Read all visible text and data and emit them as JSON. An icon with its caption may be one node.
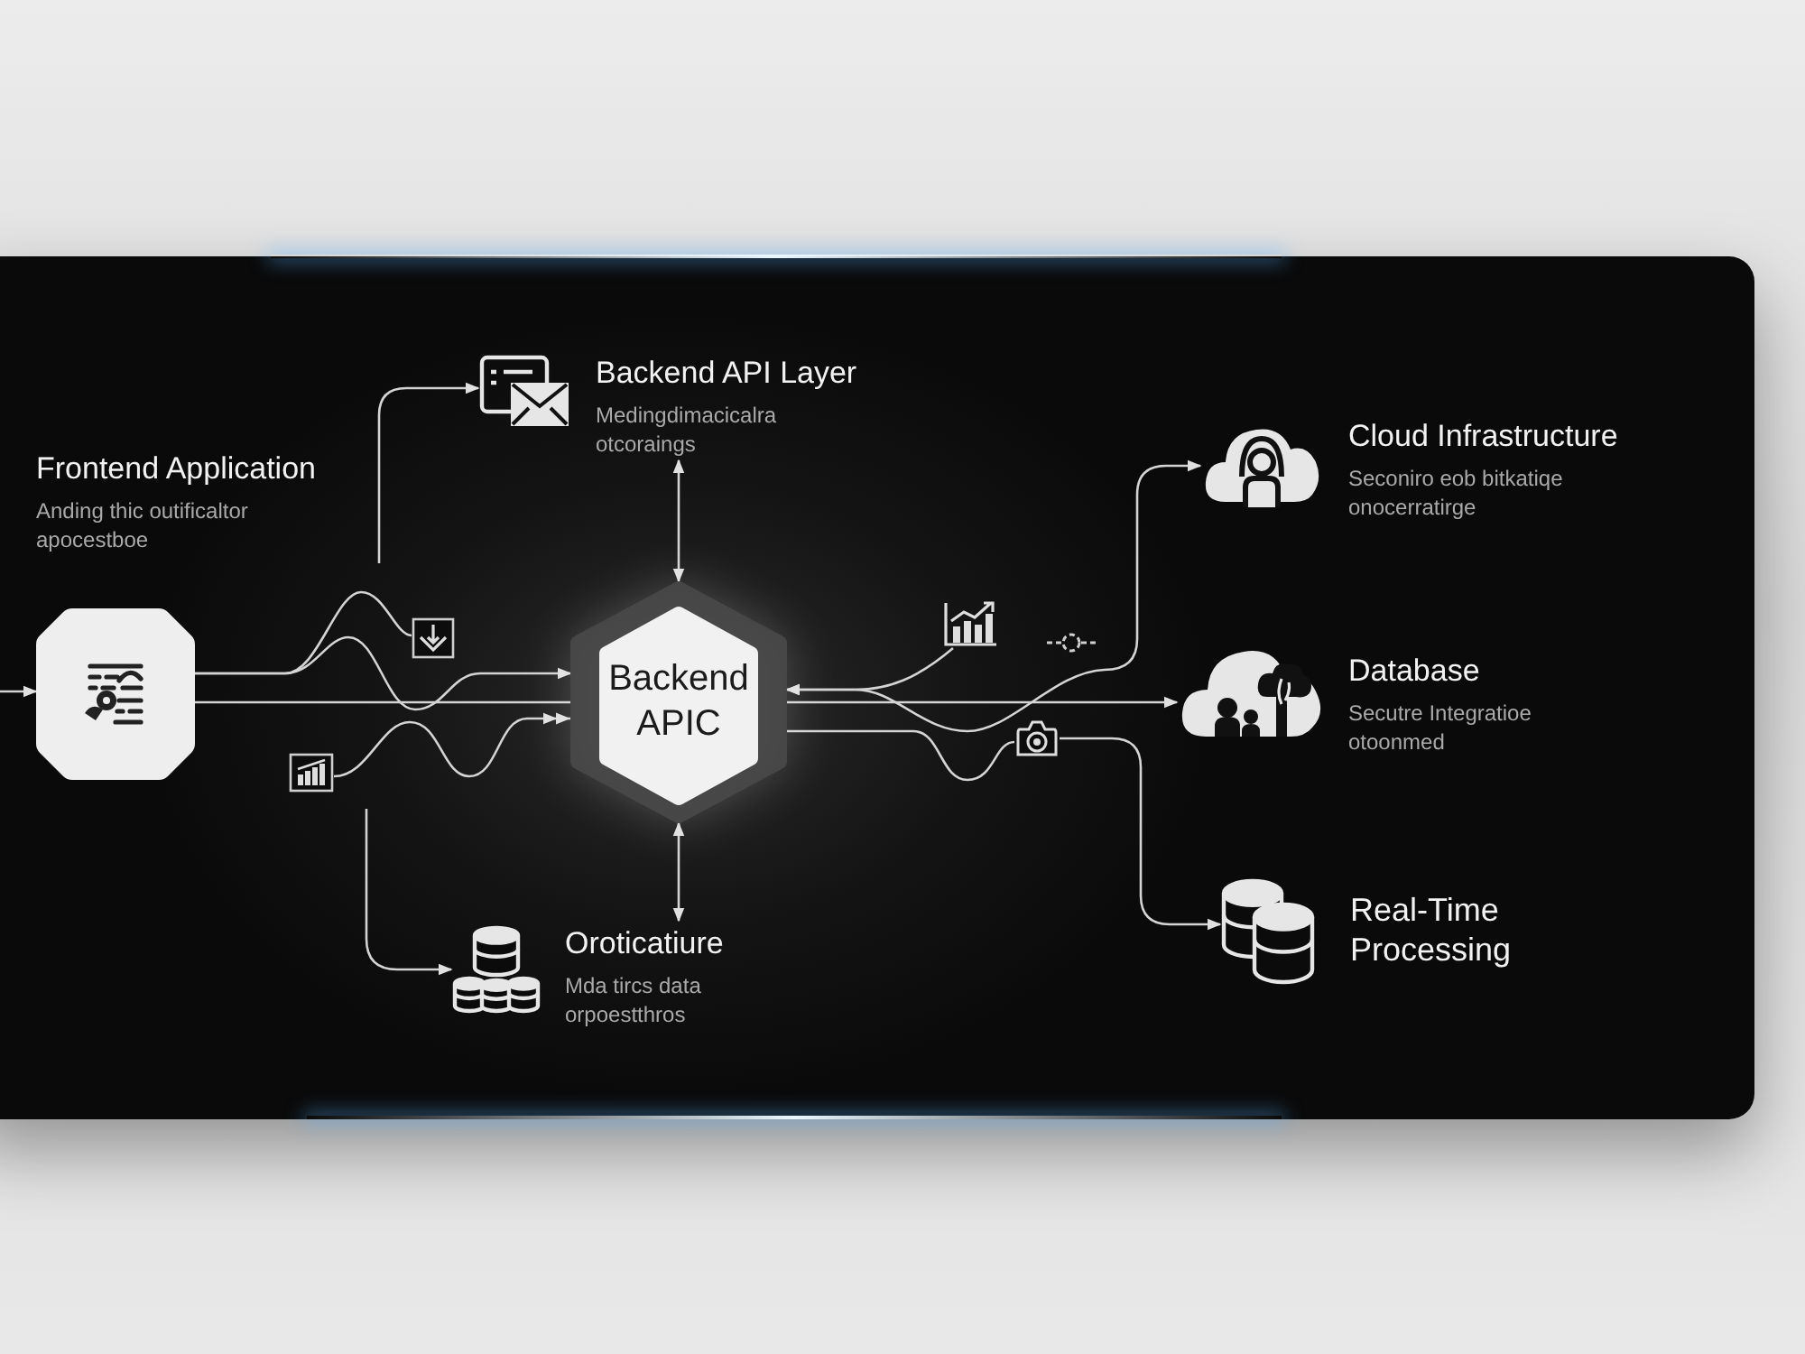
{
  "diagram": {
    "nodes": [
      {
        "text": [
          "Frontend Application",
          "Anding thic outificaltor apocestboe"
        ]
      },
      {
        "text": [
          "Backend API Layer",
          "Medingdimacicalra otcoraings"
        ]
      },
      {
        "text": [],
        "shape": "picture"
      },
      {
        "text": [],
        "shape": "picture"
      },
      {
        "text": [
          "Backend APIC"
        ]
      },
      {
        "text": [
          "Oroticatiure",
          "Mda tircs data orpoestthros"
        ]
      },
      {
        "text": [],
        "shape": "picture"
      },
      {
        "text": [],
        "shape": "picture"
      },
      {
        "text": [
          "Cloud Infrastructure",
          "Seconiro eob bitkatiqe onocerratirge"
        ]
      },
      {
        "text": [
          "Database",
          "Secutre Integratioe otoonmed"
        ]
      },
      {
        "text": [
          "Real-Time Processing"
        ]
      }
    ],
    "edges": [
      {
        "from": null,
        "to": 0,
        "arrow": "to"
      },
      {
        "from": null,
        "to": 1,
        "arrow": "to"
      },
      {
        "from": 0,
        "to": 2,
        "arrow": "none"
      },
      {
        "from": 0,
        "to": 4,
        "arrow": "to"
      },
      {
        "from": 0,
        "to": 4,
        "arrow": "none"
      },
      {
        "from": 3,
        "to": 4,
        "arrow": "to"
      },
      {
        "from": 6,
        "to": 4,
        "arrow": "to"
      },
      {
        "from": 8,
        "to": 4,
        "arrow": "both"
      },
      {
        "from": 4,
        "to": 9,
        "arrow": "to"
      },
      {
        "from": 4,
        "to": 7,
        "arrow": "none"
      },
      {
        "from": 7,
        "to": 10,
        "arrow": "to"
      },
      {
        "from": 1,
        "to": 4,
        "arrow": "both"
      },
      {
        "from": 4,
        "to": 5,
        "arrow": "both"
      },
      {
        "from": null,
        "to": 5,
        "arrow": "to"
      }
    ]
  }
}
